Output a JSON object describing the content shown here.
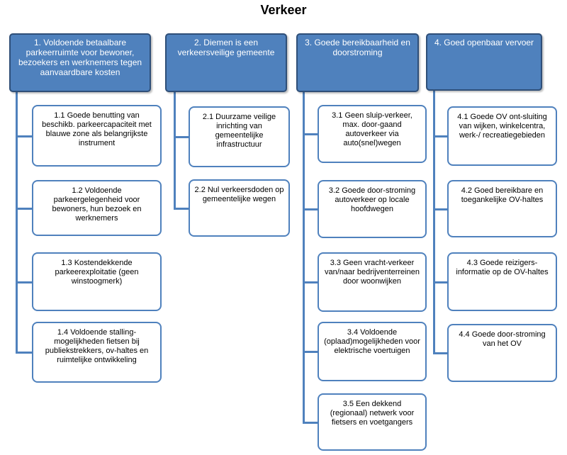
{
  "title": "Verkeer",
  "columns": [
    {
      "heading": "1. Voldoende  betaalbare parkeerruimte voor bewoner, bezoekers en werknemers tegen aanvaardbare kosten",
      "items": [
        "1.1 Goede benutting van beschikb. parkeercapaciteit met blauwe zone als belangrijkste instrument",
        "1.2 Voldoende parkeergelegenheid voor bewoners, hun bezoek en werknemers",
        "1.3 Kostendekkende parkeerexploitatie (geen winstoogmerk)",
        "1.4 Voldoende stalling-mogelijkheden fietsen bij publiekstrekkers, ov-haltes en ruimtelijke ontwikkeling"
      ]
    },
    {
      "heading": "2. Diemen is een verkeersveilige gemeente",
      "items": [
        "2.1 Duurzame veilige inrichting van gemeentelijke infrastructuur",
        "2.2 Nul verkeersdoden op gemeentelijke wegen"
      ]
    },
    {
      "heading": "3. Goede bereikbaarheid en doorstroming",
      "items": [
        "3.1 Geen sluip-verkeer, max. door-gaand autoverkeer via auto(snel)wegen",
        "3.2 Goede door-stroming autoverkeer op locale hoofdwegen",
        "3.3 Geen vracht-verkeer van/naar bedrijventerreinen door woonwijken",
        "3.4 Voldoende (oplaad)mogelijkheden voor elektrische voertuigen",
        "3.5 Een dekkend (regionaal) netwerk voor fietsers en voetgangers"
      ]
    },
    {
      "heading": "4. Goed openbaar vervoer",
      "items": [
        "4.1 Goede OV ont-sluiting van wijken, winkelcentra, werk-/ recreatiegebieden",
        "4.2 Goed bereikbare en toegankelijke OV-haltes",
        "4.3 Goede reizigers-informatie op de OV-haltes",
        "4.4 Goede door-stroming van het OV"
      ]
    }
  ]
}
